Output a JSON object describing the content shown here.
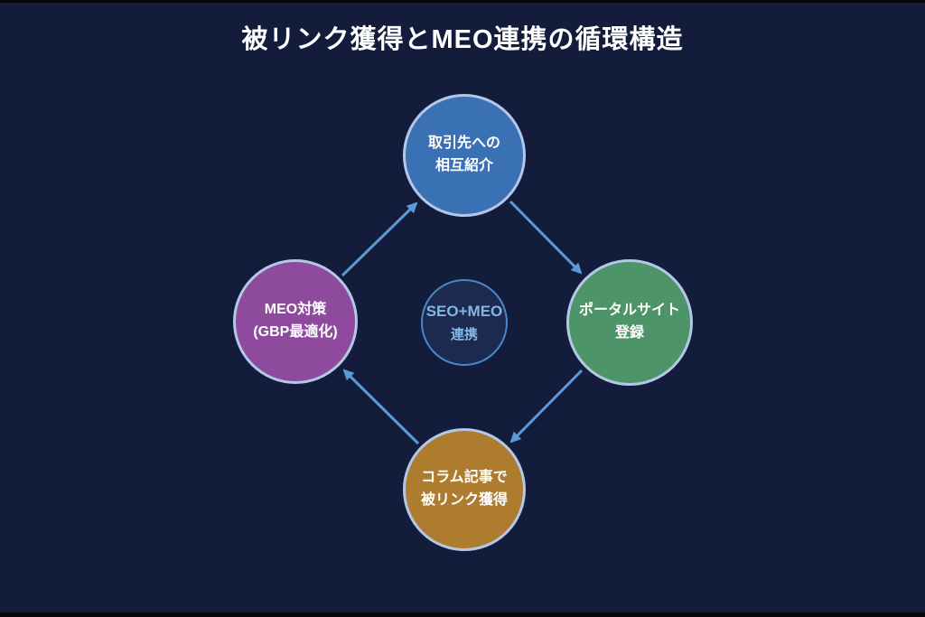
{
  "title": "被リンク獲得とMEO連携の循環構造",
  "colors": {
    "background": "#131d3b",
    "title_text": "#ffffff",
    "node_text": "#ffffff",
    "node_border": "#b4c7e7",
    "arrow": "#5b9bd5",
    "top_fill": "#3a70b4",
    "right_fill": "#4d9468",
    "bottom_fill": "#ad7c2e",
    "left_fill": "#8e4b9e",
    "center_fill": "#1b2a4e",
    "center_border": "#4a86c8",
    "center_text": "#85b5e5"
  },
  "nodes": {
    "top": {
      "line1": "取引先への",
      "line2": "相互紹介"
    },
    "right": {
      "line1": "ポータルサイト",
      "line2": "登録"
    },
    "bottom": {
      "line1": "コラム記事で",
      "line2": "被リンク獲得"
    },
    "left": {
      "line1": "MEO対策",
      "line2": "(GBP最適化)"
    },
    "center": {
      "line1": "SEO+MEO",
      "line2": "連携"
    }
  },
  "flow": [
    {
      "from": "取引先への相互紹介",
      "to": "ポータルサイト登録"
    },
    {
      "from": "ポータルサイト登録",
      "to": "コラム記事で被リンク獲得"
    },
    {
      "from": "コラム記事で被リンク獲得",
      "to": "MEO対策(GBP最適化)"
    },
    {
      "from": "MEO対策(GBP最適化)",
      "to": "取引先への相互紹介"
    }
  ]
}
